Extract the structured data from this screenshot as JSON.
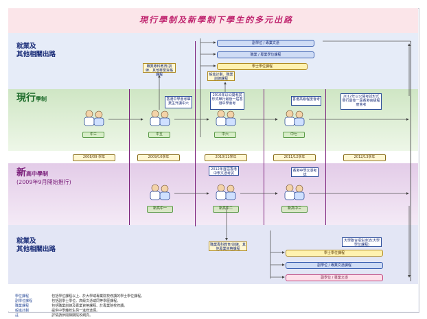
{
  "title": "現行學制及新學制下學生的多元出路",
  "bands": {
    "top_label": [
      "就業及",
      "其他相關出路"
    ],
    "current_label_main": "現行",
    "current_label_sub": "學制",
    "new_label_main": "新",
    "new_label_sub": "高中學制",
    "new_label_note": "(2009年9月開始推行)",
    "bottom_label": [
      "就業及",
      "其他相關出路"
    ]
  },
  "year_strip": [
    "2008/09 學年",
    "2009/10學年",
    "2010/11學年",
    "2011/12學年",
    "2012/13學年"
  ],
  "current_tags": [
    "中三",
    "中五",
    "中六",
    "中七"
  ],
  "new_tags": [
    "新高中一",
    "新高中二",
    "新高中三"
  ],
  "top_pills": [
    {
      "label": "副學位 / 專業文憑",
      "style": "blue"
    },
    {
      "label": "職業 / 專業學位課程",
      "style": "blue"
    },
    {
      "label": "學士學位課程",
      "style": "yellow"
    }
  ],
  "bottom_pills": [
    {
      "label": "學士學位課程",
      "style": "yellow"
    },
    {
      "label": "副學位 / 專業文憑課程",
      "style": "blue"
    },
    {
      "label": "副學位 / 專業文憑",
      "style": "pink"
    }
  ],
  "notes": {
    "top_node": "職業專科教育/訓練、其他專業資格課程",
    "top_node2": "毅進計劃、職業訓練課程",
    "mid_node1": "香港中學會考畢業生升讀中六",
    "mid_node2": "2010年以公開考試形式舉行最後一屆香港中學會考",
    "mid_node3": "香港高級程度會考",
    "mid_node4": "2012年以公開考試形式舉行最後一屆香港高級程度會考",
    "new_node1": "2012年首屆香港中學文憑考試",
    "new_node2": "香港中學文憑考試",
    "bottom_node": "職業專科教育/訓練、其他專業資格課程",
    "bottom_right": "大學聯合招生辦法(大學學位課程)"
  },
  "legend": [
    {
      "key": "學位課程",
      "text": "包括學位課程以上、於大學或專業院校修讀的學士學位課程。"
    },
    {
      "key": "副學位課程",
      "text": "包括副學士學位、高級文憑或同等學歷課程。"
    },
    {
      "key": "職業課程",
      "text": "包括職業訓練及專業資格課程、於專業院校修讀。"
    },
    {
      "key": "毅進計劃",
      "text": "提供中學離校生另一進修途徑。"
    },
    {
      "key": "註",
      "text": "詳情請參閱相關院校網頁。"
    }
  ],
  "colors": {
    "top_band": "#e6ecf8",
    "current_band": "#cfe6c4",
    "new_band": "#ead9ee",
    "bottom_band": "#e3e6f5",
    "title_strip": "#fbe5e9",
    "accent_title": "#c0256f",
    "line": "#555555",
    "divider": "#7a1f7a"
  },
  "icons": [
    "student-pair-icon",
    "arrow-icon"
  ]
}
